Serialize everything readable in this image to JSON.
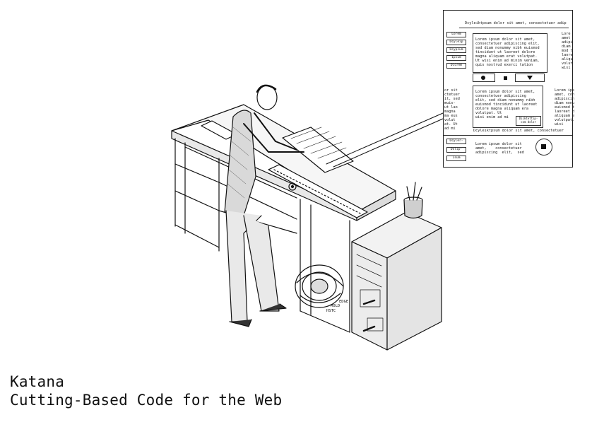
{
  "caption": {
    "title": "Katana",
    "subtitle": "Cutting-Based Code for the Web"
  },
  "inset_sheet": {
    "header_text": "Dcyleiktpsum dolor sit amet, consectetuer adip",
    "side_buttons": [
      "Lorem",
      "Dcyleip",
      "Dcypsum",
      "Ipsum",
      "Dicrem"
    ],
    "main_text": "Lorem ipsum dolor sit amet,\nconsectetuer adipiscing elit,\nsed diam nonummy nibh euismod\ntincidunt ut laoreet dolore\nmagna aliquam erat volutpat.\nUt wisi enim ad minim veniam,\nquis nostrud exerci tation",
    "center_text": "Lorem ipsum dolor sit amet,\nconsectetuer adipiscing\nelit, sed diam nonummy nibh\neuismod tincidunt ut laoreet\ndolore magna aliquam era\nvolutpat. Ut\nwisi enim ad mi",
    "small_button": "Dicktettip-\ncom dolor",
    "footer_line": "Dcyleiktpsum dolor sit amet, consectetuer",
    "bottom_buttons": [
      "Dcyler-",
      "Dolip-",
      "Isum"
    ],
    "bottom_text": "Lorem ipsum dolor sit\namet,    consectetuer\nadipiscing  elit,  sed",
    "right_text": "Lorem ips\namet, con\nadipiscin\ndiam nonu\neuismod t\nlaoreet d\naliquam e\nvolutpat.\nwisi",
    "left_text": "or sit\nctetuer\nit, sed\nmuis-\nut lao\nmagna\nma eus\nvolut\nat. Ut\nad mi",
    "top_right_text": "Lore\namet\nadipi\ndiam\nmod t\nlaore\naliqu\nvolut\nwisi"
  },
  "machine_labels": [
    "EDGE",
    "MOLD",
    "HSTC"
  ]
}
